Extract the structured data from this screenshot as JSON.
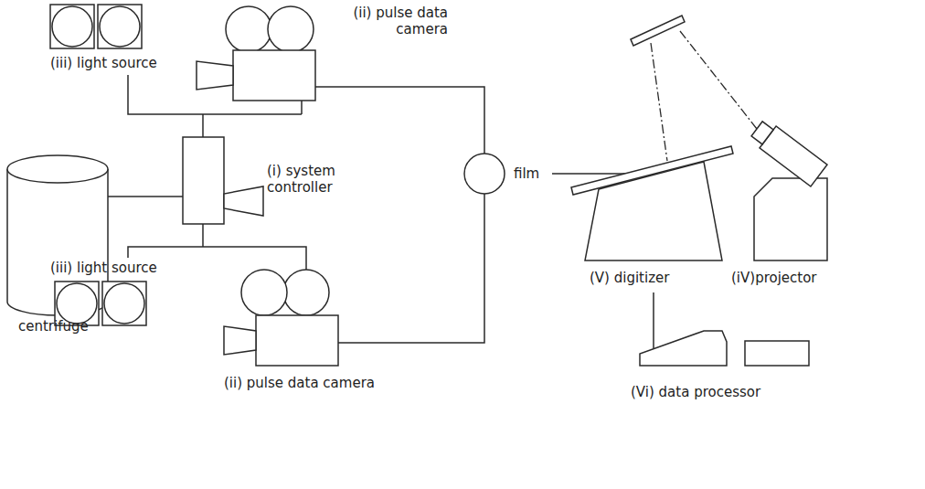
{
  "diagram": {
    "labels": [
      "(iii) light source",
      "(ii) pulse data camera",
      "(i) system controller",
      "film",
      "(V) digitizer",
      "(iV)projector",
      "centrifuge",
      "(iii) light source",
      "(ii) pulse data camera",
      "(Vi) data processor"
    ]
  }
}
